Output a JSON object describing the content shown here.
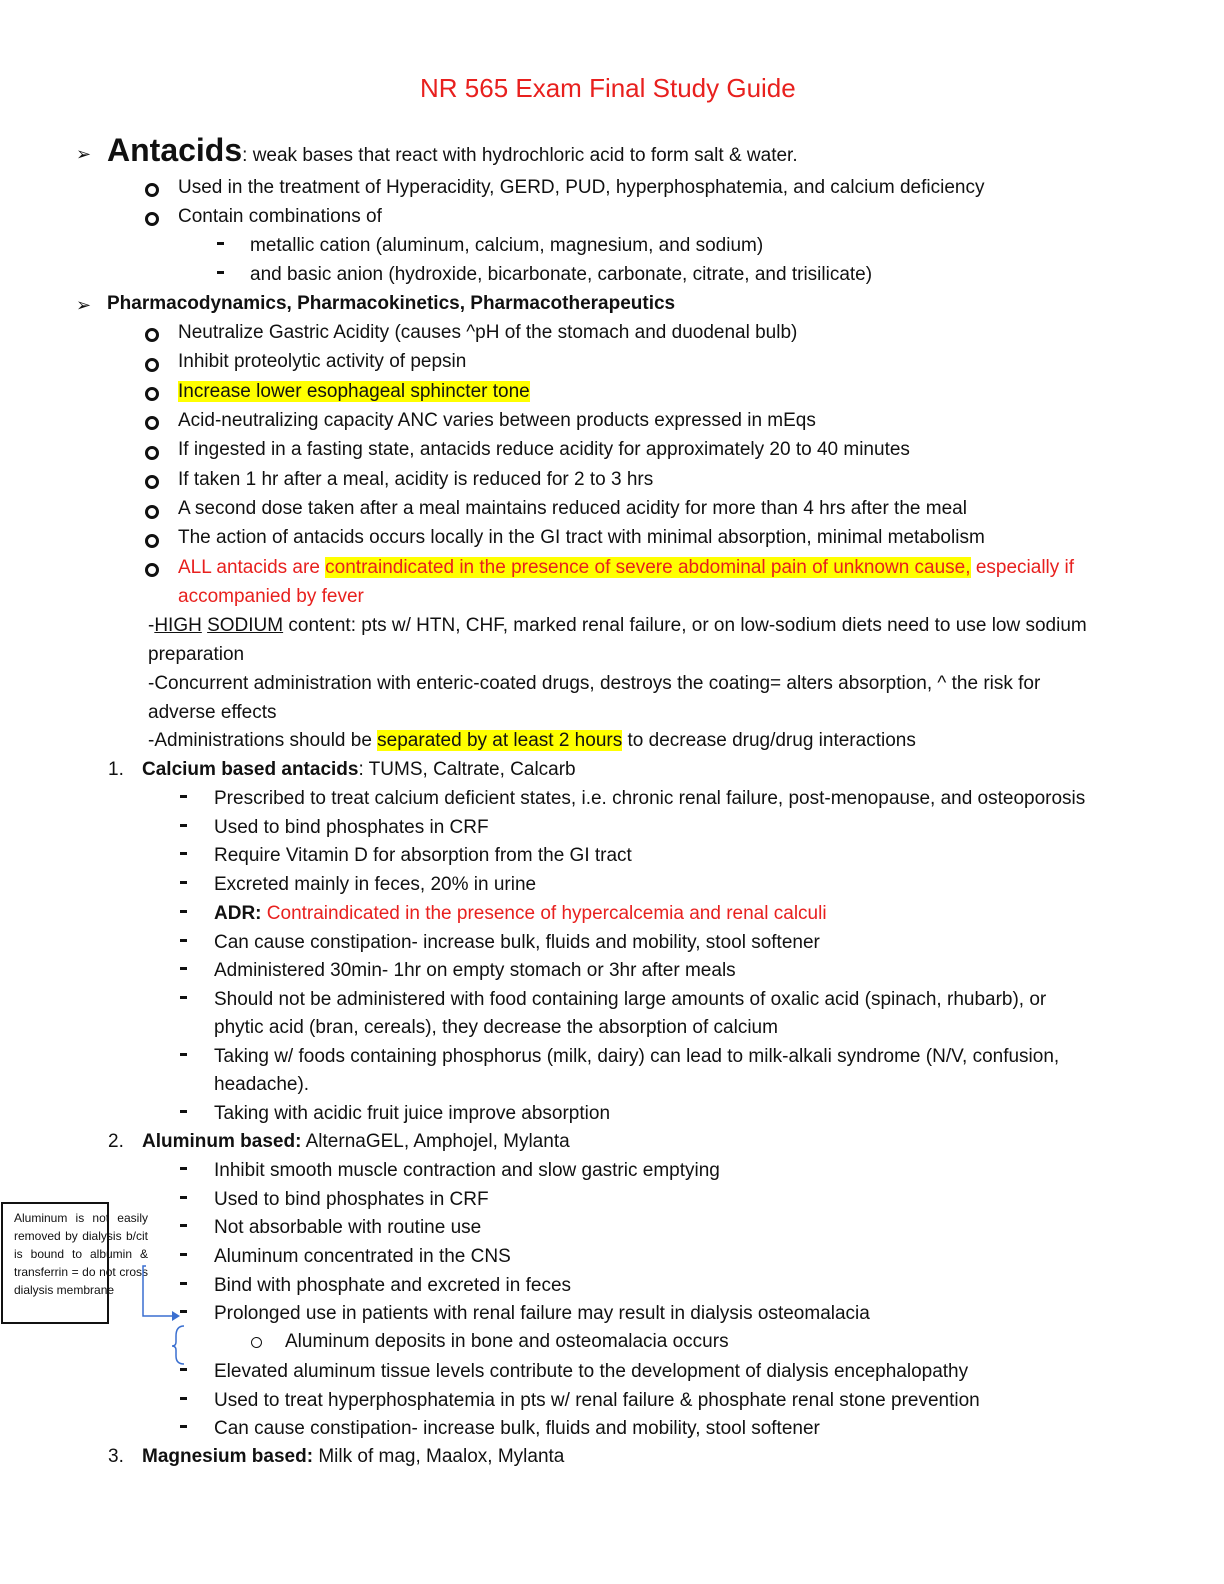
{
  "title": "NR 565 Exam Final Study Guide",
  "antacids": {
    "heading": "Antacids",
    "definition": ": weak bases that react with hydrochloric acid to form salt & water.",
    "bullets": [
      "Used in the treatment of Hyperacidity, GERD, PUD, hyperphosphatemia, and calcium deficiency",
      "Contain combinations of"
    ],
    "sub_bullets": [
      "metallic cation (aluminum, calcium, magnesium, and sodium)",
      "and basic anion (hydroxide, bicarbonate, carbonate, citrate, and trisilicate)"
    ]
  },
  "pharm": {
    "heading": "Pharmacodynamics, Pharmacokinetics, Pharmacotherapeutics",
    "bullets": [
      "Neutralize Gastric Acidity (causes ^pH of the stomach and duodenal bulb)",
      "Inhibit proteolytic activity of pepsin",
      "Increase lower esophageal sphincter tone",
      "Acid-neutralizing capacity ANC varies between products expressed in mEqs",
      "If ingested in a fasting state, antacids reduce acidity for approximately 20 to 40 minutes",
      "If taken 1 hr after a meal, acidity is reduced for 2 to 3 hrs",
      "A second dose taken after a meal maintains reduced acidity for more than 4 hrs after the meal",
      "The action of antacids occurs locally in the GI tract with minimal absorption, minimal metabolism"
    ],
    "contra_prefix": "ALL antacids are ",
    "contra_highlight": "contraindicated in the presence of severe abdominal pain of unknown cause,",
    "contra_suffix": " especially if",
    "contra_line2": "accompanied by fever",
    "sodium_dash": "-",
    "sodium_high": "HIGH",
    "sodium_word": "SODIUM",
    "sodium_rest": " content: pts w/ HTN, CHF, marked renal failure, or on low-sodium diets need to use low sodium",
    "sodium_line2": "preparation",
    "enteric_line1": "-Concurrent administration with enteric-coated drugs, destroys the coating= alters absorption, ^ the risk for",
    "enteric_line2": "adverse effects",
    "sep_prefix": "-Administrations should be ",
    "sep_highlight": "separated by at least 2 hours",
    "sep_suffix": " to decrease drug/drug interactions"
  },
  "calcium": {
    "number": "1.",
    "heading": "Calcium based antacids",
    "brands": ": TUMS, Caltrate, Calcarb",
    "items": [
      "Prescribed to treat calcium deficient states, i.e. chronic renal failure, post-menopause, and osteoporosis",
      "Used to bind phosphates in CRF",
      "Require Vitamin D for absorption from the GI tract",
      "Excreted mainly in feces, 20% in urine"
    ],
    "adr_label": "ADR:",
    "adr_text": " Contraindicated in the presence of hypercalcemia and renal calculi",
    "items2": [
      "Can cause constipation- increase bulk, fluids and mobility, stool softener",
      "Administered 30min- 1hr on empty stomach or 3hr after meals",
      "Should not be administered with food containing large amounts of oxalic acid (spinach, rhubarb), or",
      "phytic acid (bran, cereals), they decrease the absorption of calcium",
      "Taking w/ foods containing phosphorus (milk, dairy) can lead to milk-alkali syndrome (N/V, confusion,",
      "headache).",
      "Taking with acidic fruit juice improve absorption"
    ]
  },
  "aluminum": {
    "number": "2.",
    "heading": "Aluminum based:",
    "brands": " AlternaGEL, Amphojel, Mylanta",
    "items": [
      "Inhibit smooth muscle contraction and slow gastric emptying",
      "Used to bind phosphates in CRF",
      "Not absorbable with routine use",
      "Aluminum concentrated in the CNS",
      "Bind with phosphate and excreted in feces",
      "Prolonged use in patients with renal failure may result in dialysis osteomalacia"
    ],
    "sub_item": "Aluminum deposits in bone and osteomalacia occurs",
    "items2": [
      "Elevated aluminum tissue levels contribute to the development of dialysis encephalopathy",
      "Used to treat hyperphosphatemia in pts w/ renal failure & phosphate renal stone prevention",
      "Can cause constipation- increase bulk, fluids and mobility, stool softener"
    ],
    "side_note": "Aluminum is not easily removed by dialysis b/cit is bound to albumin & transferrin = do not cross dialysis membrane"
  },
  "magnesium": {
    "number": "3.",
    "heading": "Magnesium based:",
    "brands": " Milk of mag, Maalox, Mylanta"
  },
  "colors": {
    "red": "#e8201e",
    "highlight": "#ffff00",
    "connector": "#3a6fd0"
  }
}
